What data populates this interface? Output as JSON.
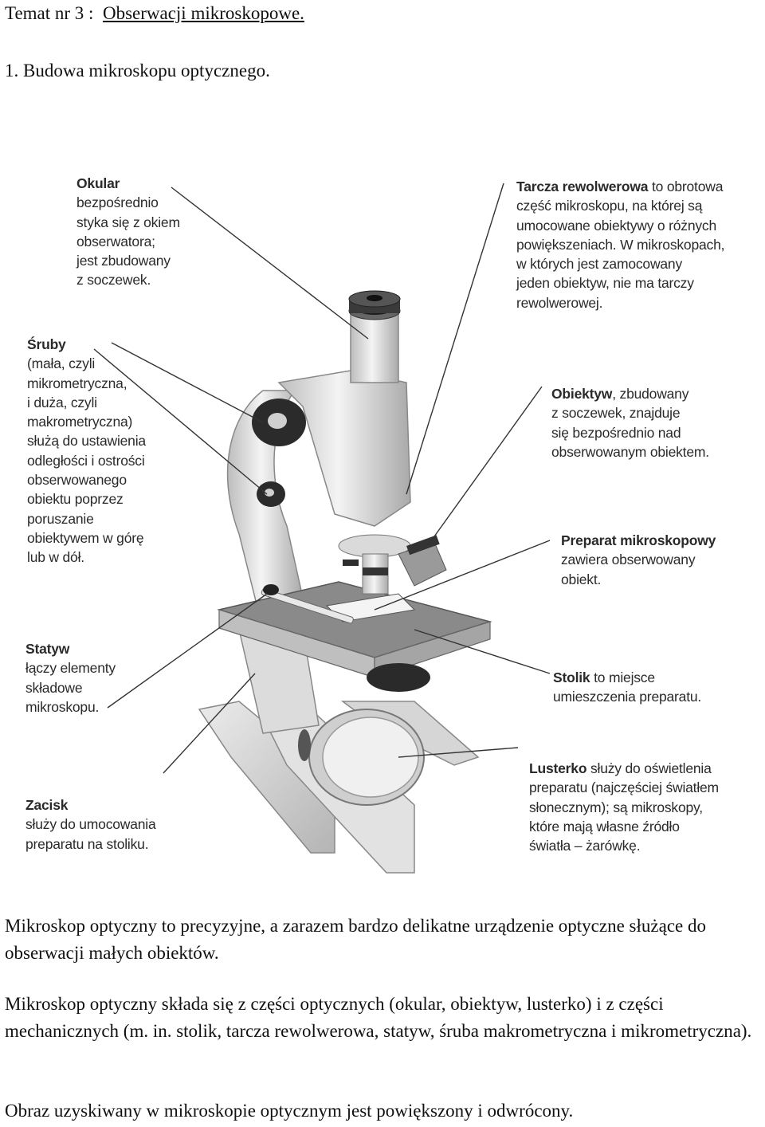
{
  "header": {
    "title_prefix": "Temat nr 3 :",
    "title_topic": "Obserwacji mikroskopowe.",
    "section": "1. Budowa mikroskopu optycznego."
  },
  "figure": {
    "labels": {
      "okular": {
        "name": "Okular",
        "desc": "bezpośrednio\nstyka się z okiem\nobserwatora;\njest zbudowany\nz soczewek."
      },
      "sruby": {
        "name": "Śruby",
        "desc": "(mała, czyli\nmikrometryczna,\ni duża, czyli\nmakrometryczna)\nsłużą do ustawienia\nodległości i ostrości\nobserwowanego\nobiektu poprzez\nporuszanie\nobiektywem w górę\nlub w dół."
      },
      "statyw": {
        "name": "Statyw",
        "desc": "łączy elementy\nskładowe\nmikroskopu."
      },
      "zacisk": {
        "name": "Zacisk",
        "desc": "służy do umocowania\npreparatu na stoliku."
      },
      "tarcza": {
        "name": "Tarcza rewolwerowa",
        "desc": " to obrotowa\nczęść mikroskopu, na której są\numocowane obiektywy o różnych\npowiększeniach. W mikroskopach,\nw których jest zamocowany\njeden obiektyw, nie ma tarczy\nrewolwerowej."
      },
      "obiektyw": {
        "name": "Obiektyw",
        "desc": ", zbudowany\nz soczewek, znajduje\nsię bezpośrednio nad\nobserwowanym obiektem."
      },
      "preparat": {
        "name": "Preparat mikroskopowy",
        "desc": "zawiera obserwowany\nobiekt."
      },
      "stolik": {
        "name": "Stolik",
        "desc": " to miejsce\numieszczenia preparatu."
      },
      "lusterko": {
        "name": "Lusterko",
        "desc": " służy do oświetlenia\npreparatu (najczęściej światłem\nsłonecznym); są mikroskopy,\nktóre mają własne źródło\nświatła – żarówkę."
      }
    }
  },
  "body": {
    "p1": "Mikroskop optyczny to precyzyjne, a zarazem bardzo delikatne urządzenie optyczne służące do obserwacji małych obiektów.",
    "p2": "Mikroskop optyczny składa się z części optycznych (okular, obiektyw, lusterko) i z części mechanicznych (m. in. stolik, tarcza rewolwerowa, statyw, śruba makrometryczna  i mikrometryczna).",
    "p3": "Obraz uzyskiwany w mikroskopie optycznym jest powiększony i odwrócony."
  }
}
